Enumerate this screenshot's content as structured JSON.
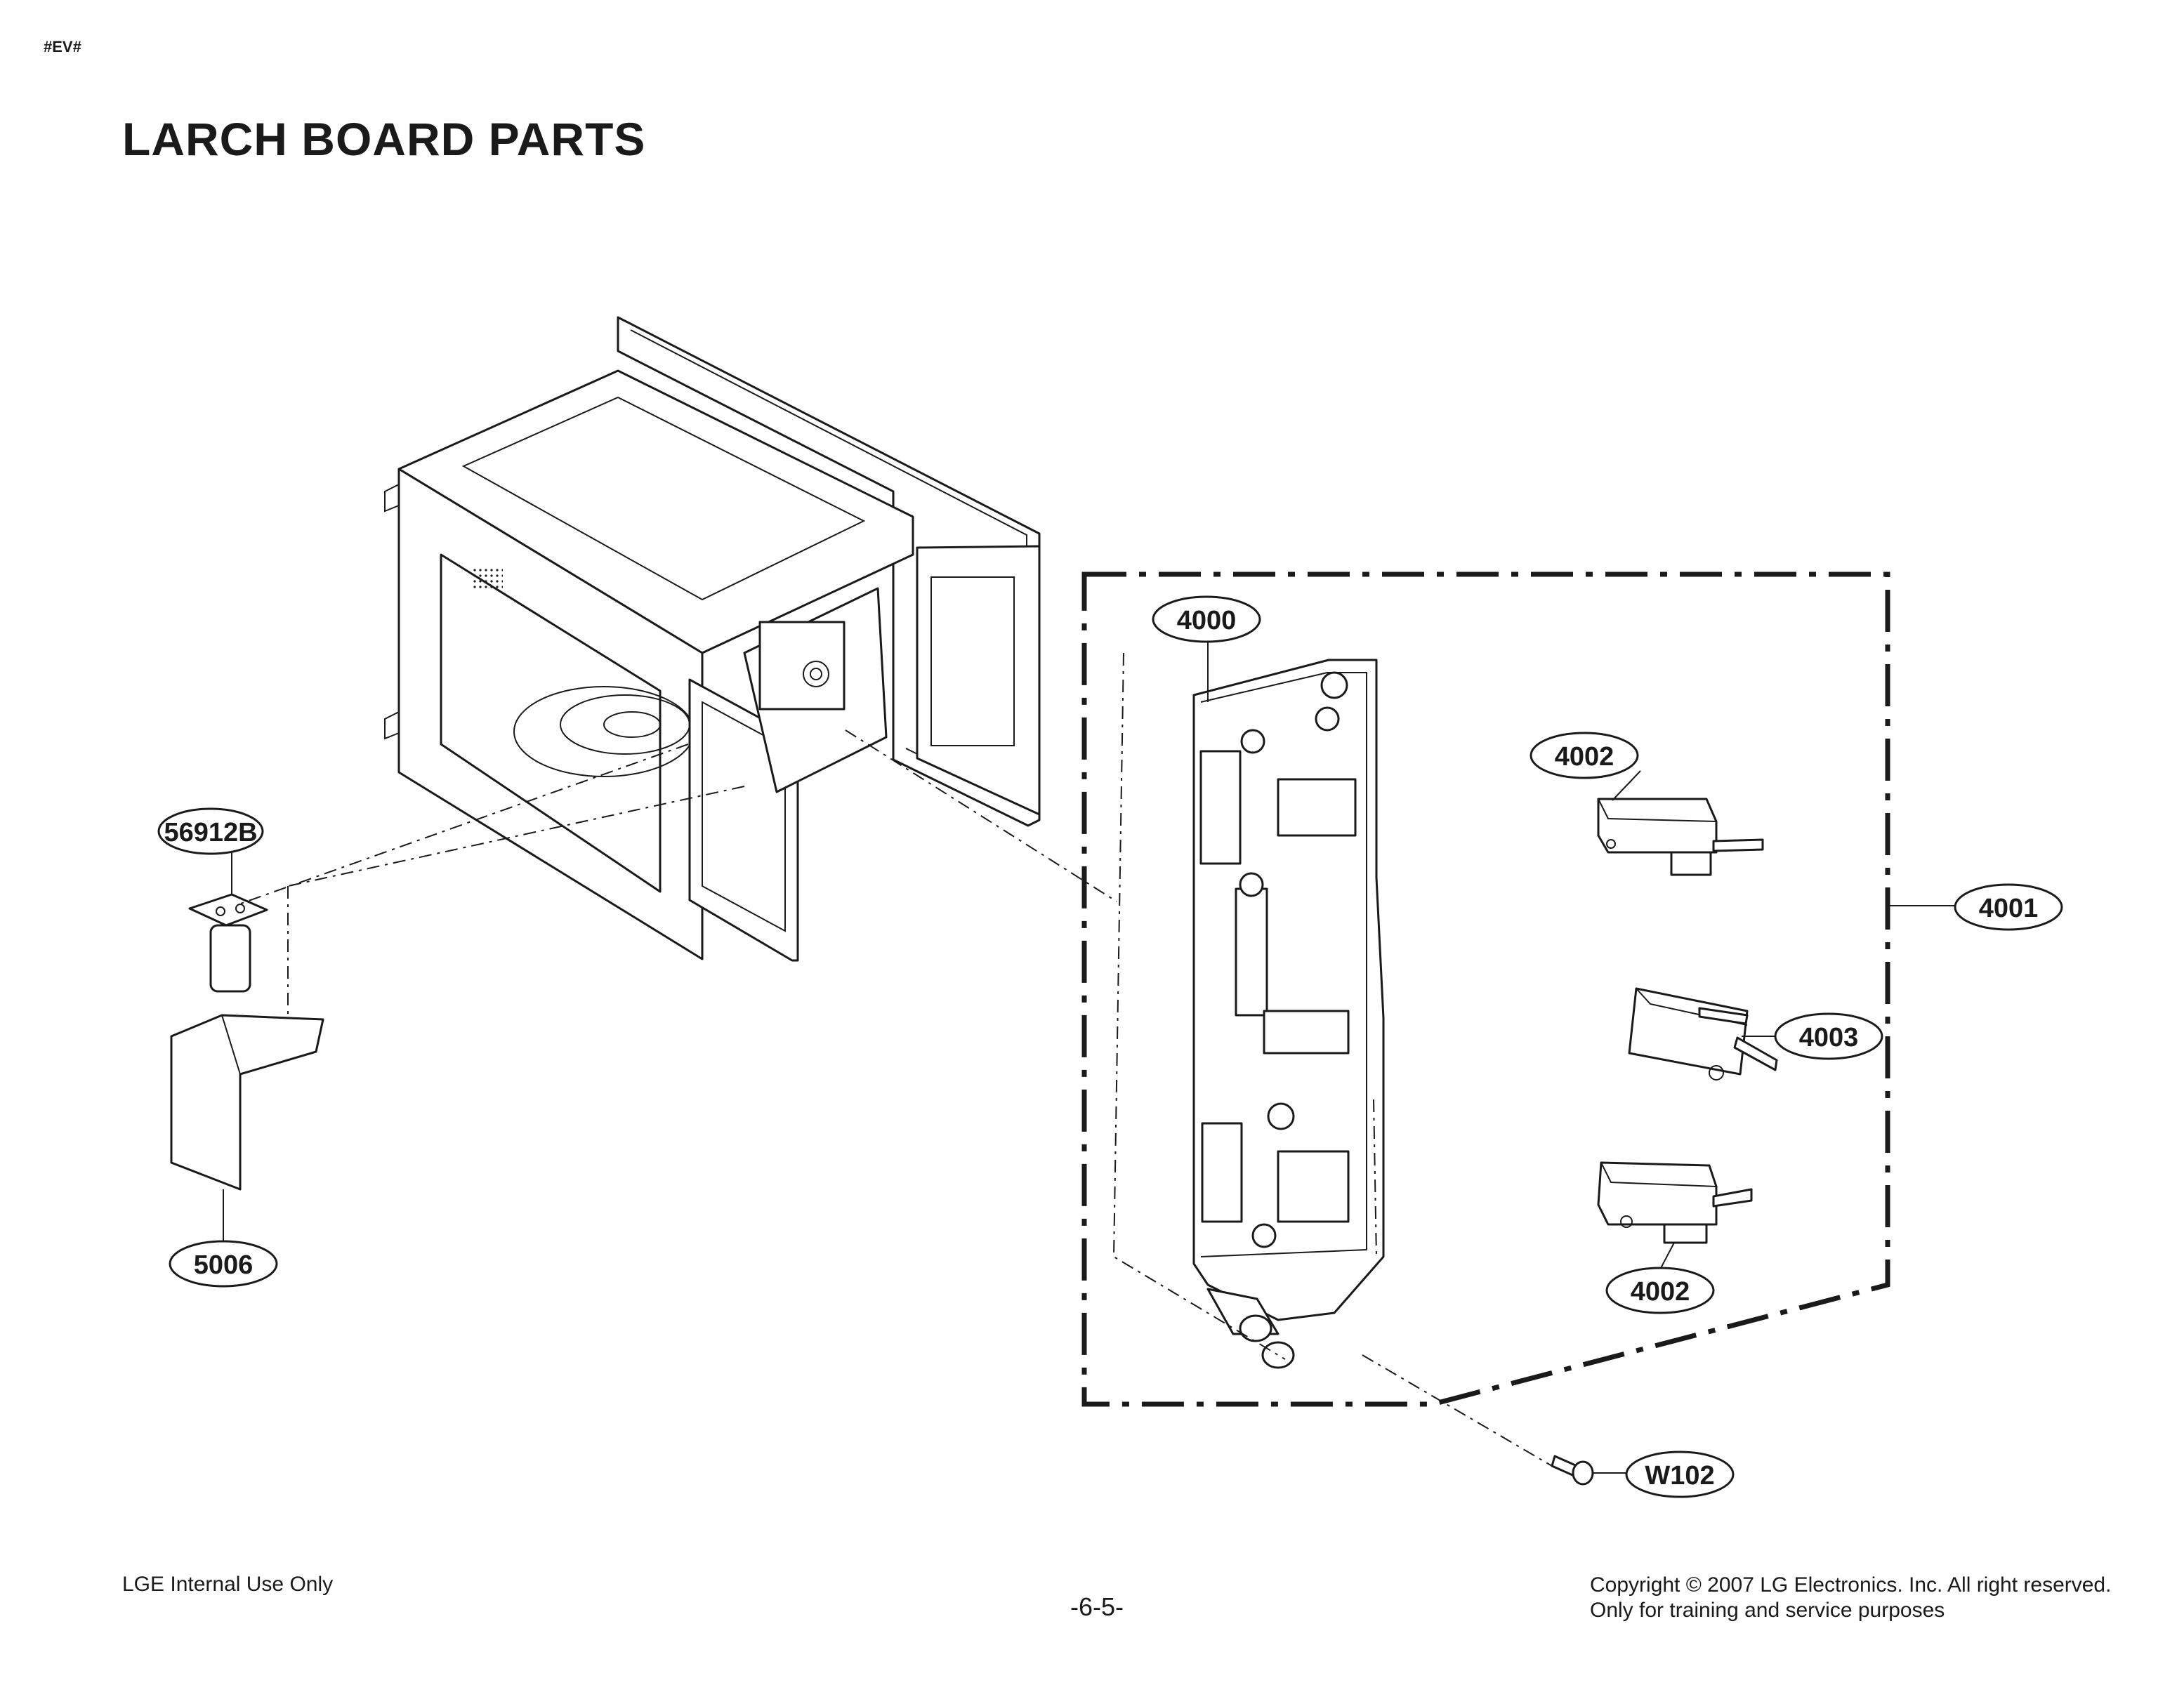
{
  "header_tag": "#EV#",
  "title": "LARCH BOARD PARTS",
  "callouts": {
    "c4000": "4000",
    "c4001": "4001",
    "c4002_top": "4002",
    "c4002_bottom": "4002",
    "c4003": "4003",
    "c56912B": "56912B",
    "c5006": "5006",
    "cW102": "W102"
  },
  "footer": {
    "left": "LGE Internal Use Only",
    "page": "-6-5-",
    "copyright": "Copyright © 2007 LG Electronics. Inc. All right reserved.",
    "purpose": "Only for training and service purposes"
  }
}
